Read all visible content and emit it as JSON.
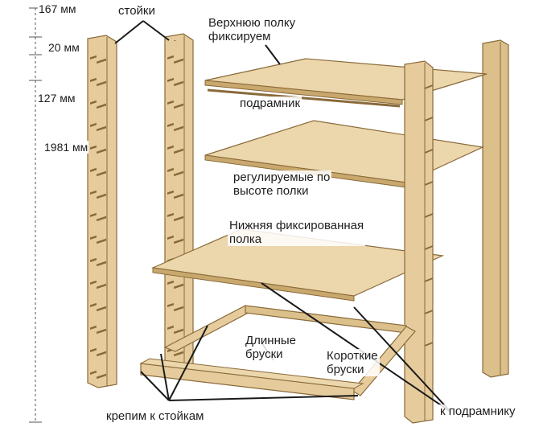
{
  "dimensions": {
    "d167": "167 мм",
    "d20": "20 мм",
    "d127": "127 мм",
    "d1981": "1981 мм"
  },
  "labels": {
    "stoiki": "стойки",
    "top_shelf": "Верхнюю полку\nфиксируем",
    "podramnik": "подрамник",
    "adjustable": "регулируемые по\nвысоте полки",
    "bottom_fixed": "Нижняя фиксированная\nполка",
    "long_bars": "Длинные\nбруски",
    "short_bars": "Короткие\nбруски",
    "attach_posts": "крепим к стойкам",
    "to_frame": "к подрамнику"
  },
  "colors": {
    "wood": "#e6cc9c",
    "wood_dark": "#c9a86e",
    "edge": "#8a6a3a",
    "line": "#1a1a1a"
  }
}
